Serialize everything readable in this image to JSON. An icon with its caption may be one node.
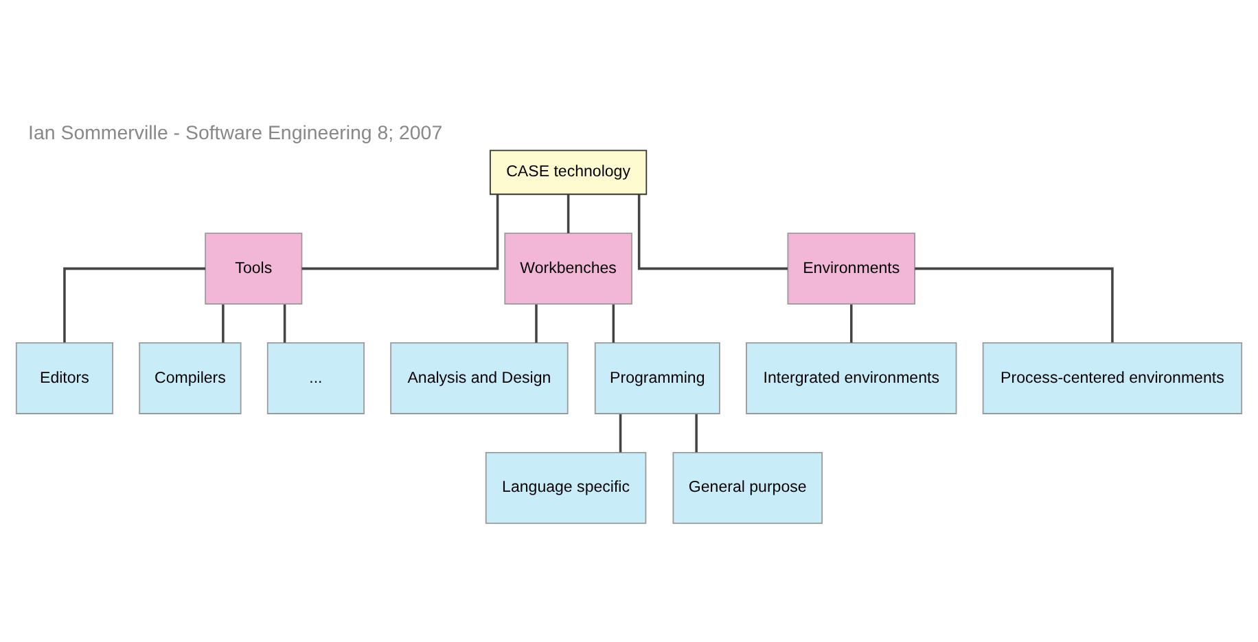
{
  "diagram": {
    "title": "Ian Sommerville - Software Engineering 8; 2007",
    "nodes": [
      {
        "text": [
          "CASE technology"
        ]
      },
      {
        "text": [
          "Tools"
        ]
      },
      {
        "text": [
          "Workbenches"
        ]
      },
      {
        "text": [
          "Environments"
        ]
      },
      {
        "text": [
          "Editors"
        ]
      },
      {
        "text": [
          "Compilers"
        ]
      },
      {
        "text": [
          "..."
        ]
      },
      {
        "text": [
          "Analysis and Design"
        ]
      },
      {
        "text": [
          "Programming"
        ]
      },
      {
        "text": [
          "Intergrated environments"
        ]
      },
      {
        "text": [
          "Process-centered environments"
        ]
      },
      {
        "text": [
          "Language specific"
        ]
      },
      {
        "text": [
          "General purpose"
        ]
      }
    ],
    "edges": [
      {
        "from": 0,
        "to": 1,
        "arrow": "none"
      },
      {
        "from": 0,
        "to": 2,
        "arrow": "none"
      },
      {
        "from": 0,
        "to": 3,
        "arrow": "none"
      },
      {
        "from": 1,
        "to": 4,
        "arrow": "none"
      },
      {
        "from": 1,
        "to": 5,
        "arrow": "none"
      },
      {
        "from": 1,
        "to": 6,
        "arrow": "none"
      },
      {
        "from": 2,
        "to": 7,
        "arrow": "none"
      },
      {
        "from": 2,
        "to": 8,
        "arrow": "none"
      },
      {
        "from": 3,
        "to": 9,
        "arrow": "none"
      },
      {
        "from": 3,
        "to": 10,
        "arrow": "none"
      },
      {
        "from": 8,
        "to": 11,
        "arrow": "none"
      },
      {
        "from": 8,
        "to": 12,
        "arrow": "none"
      }
    ]
  }
}
